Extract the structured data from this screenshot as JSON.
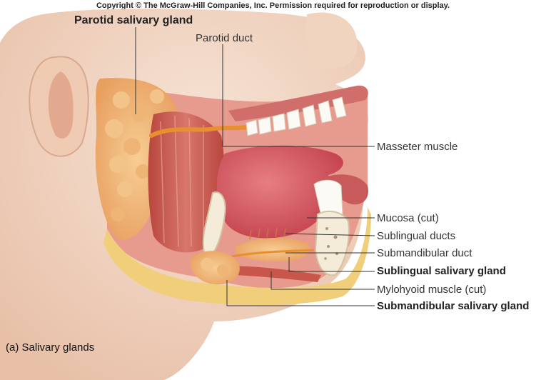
{
  "copyright": "Copyright © The McGraw-Hill Companies, Inc. Permission required for reproduction or display.",
  "labels": {
    "parotid_gland": "Parotid salivary gland",
    "parotid_duct": "Parotid duct",
    "masseter": "Masseter muscle",
    "mucosa": "Mucosa (cut)",
    "sublingual_ducts": "Sublingual ducts",
    "submandibular_duct": "Submandibular duct",
    "sublingual_gland": "Sublingual salivary gland",
    "mylohyoid": "Mylohyoid muscle (cut)",
    "submandibular_gland": "Submandibular salivary gland"
  },
  "caption": "(a) Salivary glands",
  "colors": {
    "skin": "#f3d8c6",
    "gland": "#f0b878",
    "muscle": "#c9564a",
    "tongue": "#d94f57",
    "bone": "#f4ecd8",
    "fat": "#f3d17c"
  }
}
